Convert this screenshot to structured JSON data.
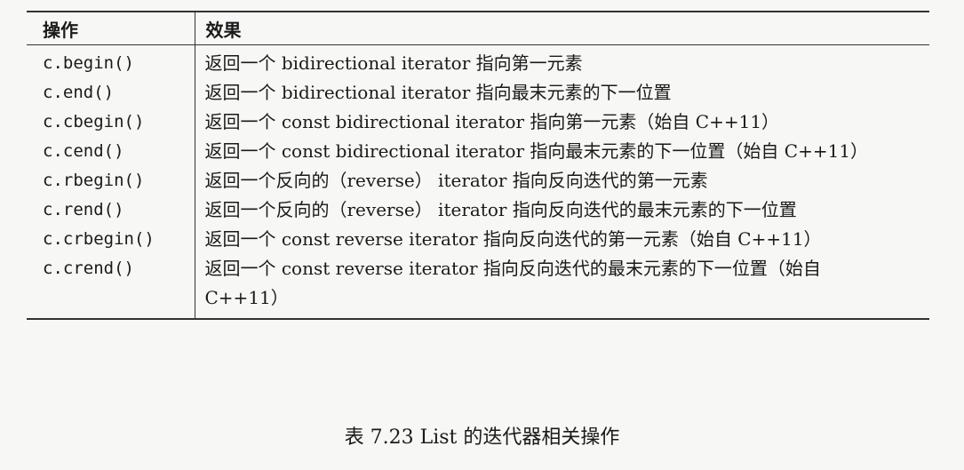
{
  "table": {
    "headers": [
      "操作",
      "效果"
    ],
    "rows": [
      {
        "op": "c.begin()",
        "effect": "返回一个 bidirectional iterator 指向第一元素"
      },
      {
        "op": "c.end()",
        "effect": "返回一个 bidirectional iterator 指向最末元素的下一位置"
      },
      {
        "op": "c.cbegin()",
        "effect": "返回一个 const bidirectional iterator 指向第一元素（始自 C++11）"
      },
      {
        "op": "c.cend()",
        "effect": "返回一个 const bidirectional iterator 指向最末元素的下一位置（始自 C++11）"
      },
      {
        "op": "c.rbegin()",
        "effect": "返回一个反向的（reverse） iterator 指向反向迭代的第一元素"
      },
      {
        "op": "c.rend()",
        "effect": "返回一个反向的（reverse） iterator 指向反向迭代的最末元素的下一位置"
      },
      {
        "op": "c.crbegin()",
        "effect": "返回一个 const reverse iterator 指向反向迭代的第一元素（始自 C++11）"
      },
      {
        "op": "c.crend()",
        "effect": "返回一个 const reverse iterator 指向反向迭代的最末元素的下一位置（始自 C++11）"
      }
    ]
  },
  "caption": "表 7.23 List 的迭代器相关操作"
}
